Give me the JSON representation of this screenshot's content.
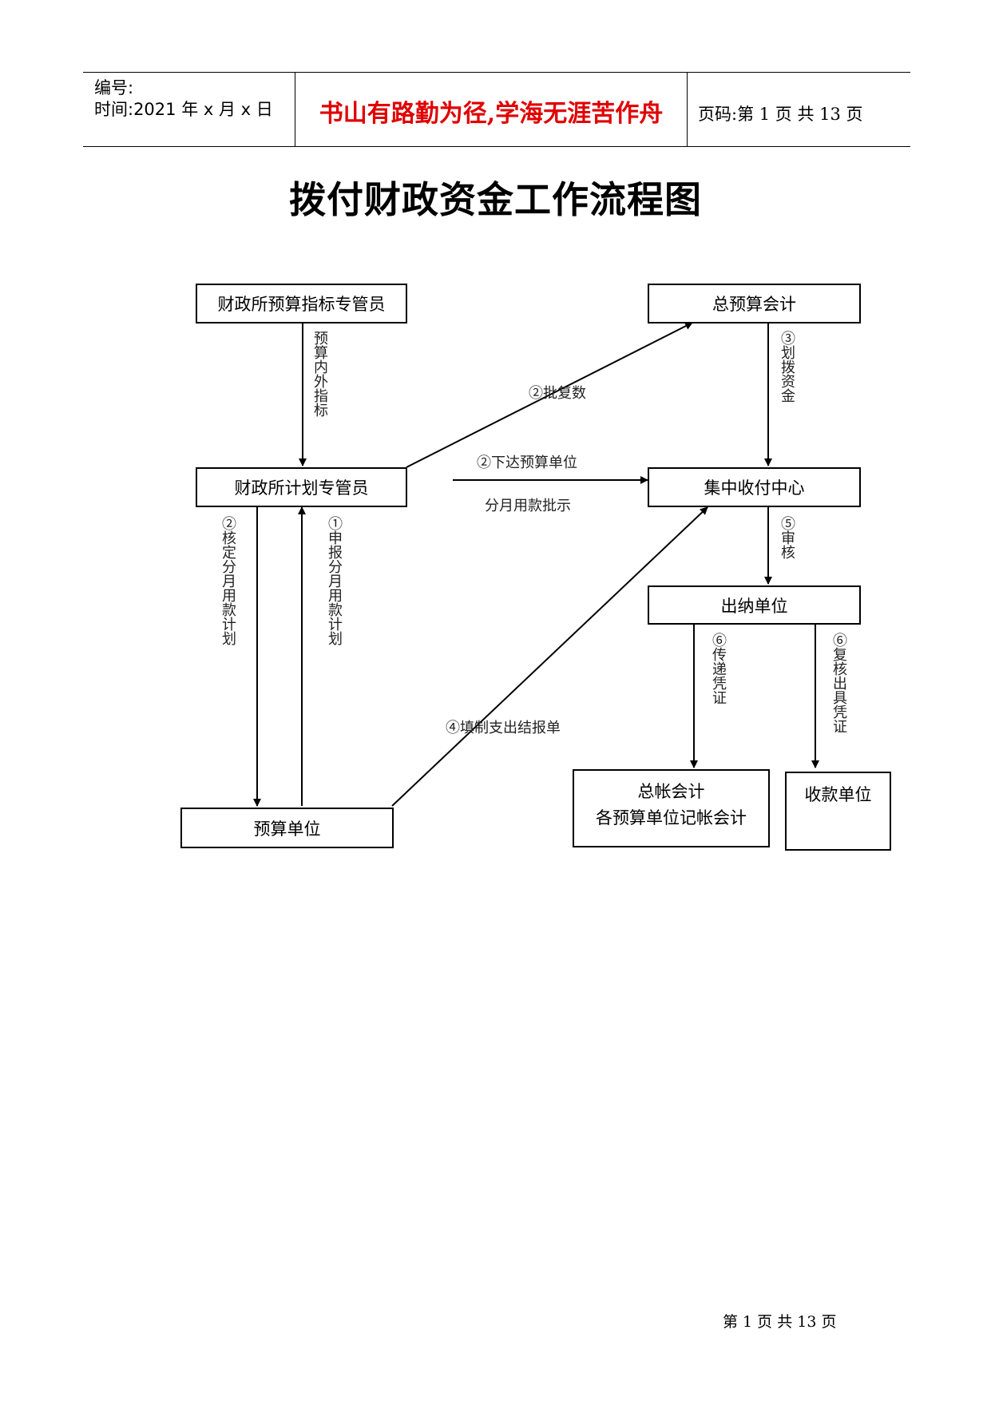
{
  "header": {
    "number_label": "编号:",
    "time_label": "时间:2021 年 x 月 x 日",
    "motto": "书山有路勤为径,学海无涯苦作舟",
    "page_code": "页码:第 1 页 共 13 页"
  },
  "title": "拨付财政资金工作流程图",
  "nodes": {
    "budget_indicator_officer": "财政所预算指标专管员",
    "chief_budget_accountant": "总预算会计",
    "planning_officer": "财政所计划专管员",
    "payment_center": "集中收付中心",
    "cashier_unit": "出纳单位",
    "ledger_accountant_line1": "总帐会计",
    "ledger_accountant_line2": "各预算单位记帐会计",
    "payee_unit": "收款单位",
    "budget_unit": "预算单位"
  },
  "edges": {
    "budget_indicators": "预算内外指标",
    "approve_numbers": "②批复数",
    "transfer_funds": "③划拨资金",
    "issue_to_units": "②下达预算单位",
    "monthly_approval": "分月用款批示",
    "audit": "⑤审核",
    "approve_monthly_plan": "②核定分月用款计划",
    "report_monthly_plan": "①申报分月用款计划",
    "fill_expense_report": "④填制支出结报单",
    "pass_voucher": "⑥传递凭证",
    "review_issue_voucher": "⑥复核出具凭证"
  },
  "footer": "第 1 页 共 13 页"
}
